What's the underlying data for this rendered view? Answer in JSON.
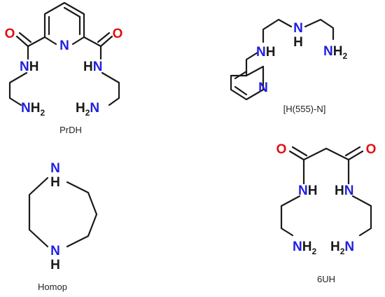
{
  "colors": {
    "bond": "#1a1a1a",
    "nitrogen": "#1f1fe0",
    "oxygen": "#e01010",
    "label": "#222222"
  },
  "atoms": {
    "N": "N",
    "NH": "NH",
    "HN": "HN",
    "H": "H",
    "NH2": "NH",
    "H2N": "H",
    "O": "O",
    "subscript_2": "2"
  },
  "molecules": [
    {
      "id": "prdh",
      "label": "PrDH"
    },
    {
      "id": "h555n",
      "label": "[H(555)-N]"
    },
    {
      "id": "homop",
      "label": "Homop"
    },
    {
      "id": "6uh",
      "label": "6UH"
    }
  ]
}
